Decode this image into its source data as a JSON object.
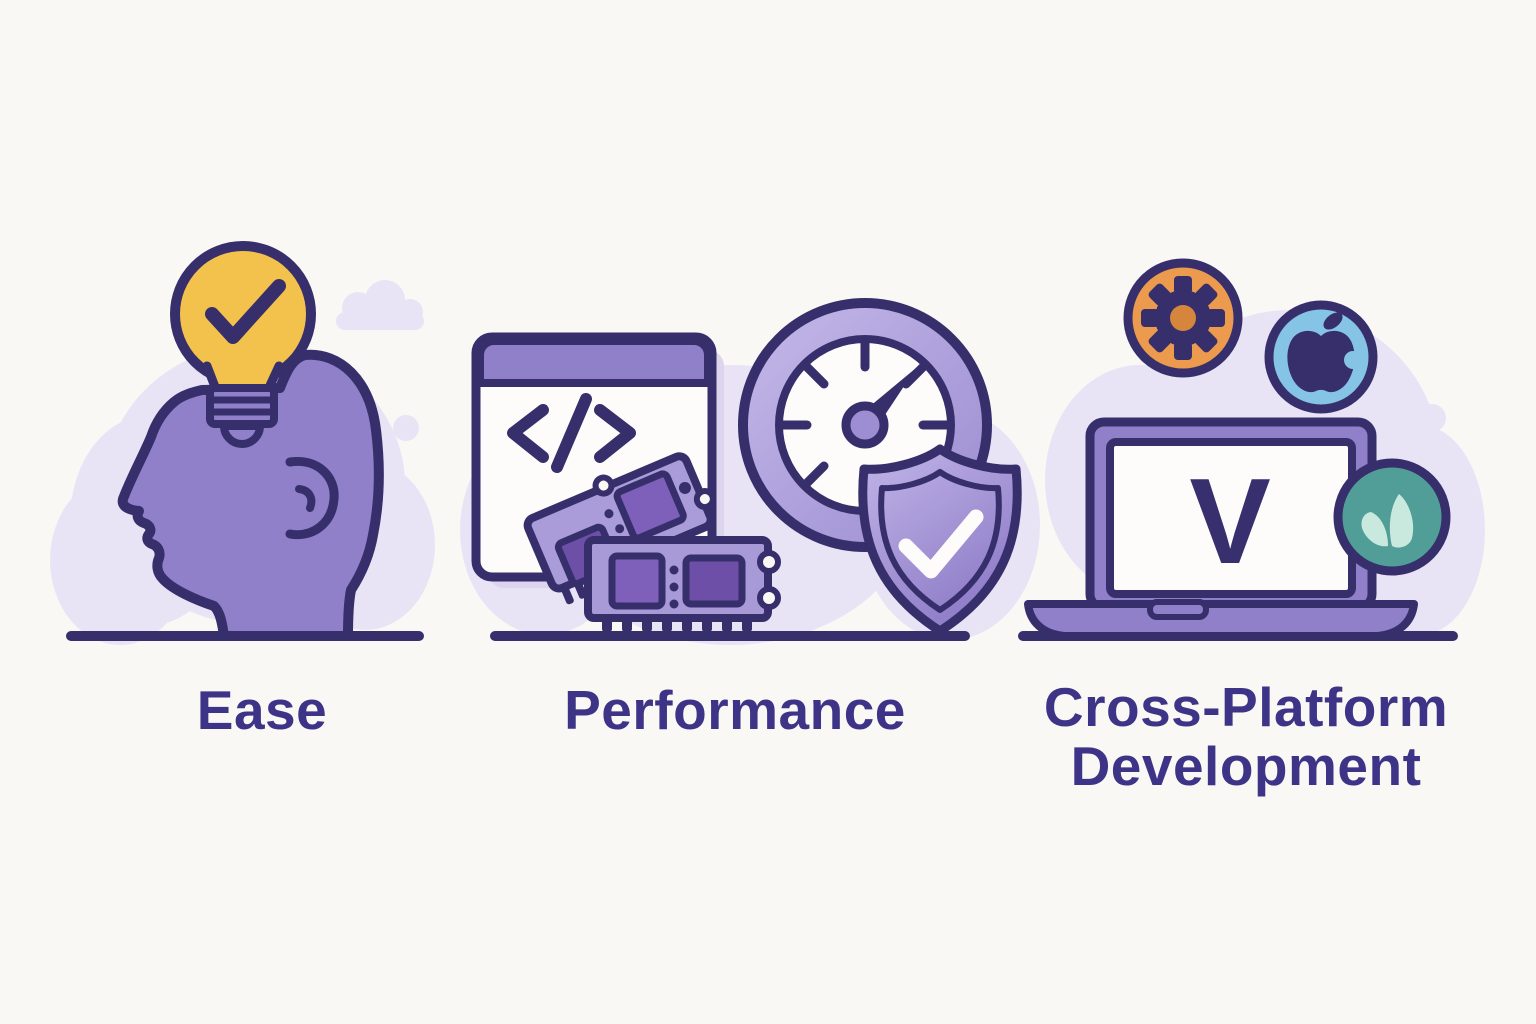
{
  "panels": {
    "ease": {
      "label": "Ease"
    },
    "performance": {
      "label": "Performance"
    },
    "cross_platform": {
      "label_line1": "Cross-Platform",
      "label_line2": "Development"
    }
  },
  "laptop_screen": {
    "letter": "V"
  },
  "icons": {
    "code_glyph": "</>",
    "list": [
      "lightbulb-check-icon",
      "head-profile-icon",
      "code-window-icon",
      "ram-memory-icon",
      "speedometer-icon",
      "shield-check-icon",
      "laptop-icon",
      "gear-icon",
      "apple-icon",
      "leaf-icon"
    ]
  },
  "colors": {
    "background": "#faf8f4",
    "cloud": "#e9e4f5",
    "outline": "#372f6b",
    "purple": "#8f80c9",
    "purple_light": "#a99cd9",
    "chip_purple_dark": "#6d4fa8",
    "chip_purple_mid": "#7e60bb",
    "yellow": "#f3c24d",
    "orange": "#eb9a4e",
    "orange_dark": "#d5863c",
    "blue": "#85c4e4",
    "teal": "#509e97",
    "mint": "#c9e8de",
    "white": "#fdfcfa",
    "text": "#3d3487"
  }
}
